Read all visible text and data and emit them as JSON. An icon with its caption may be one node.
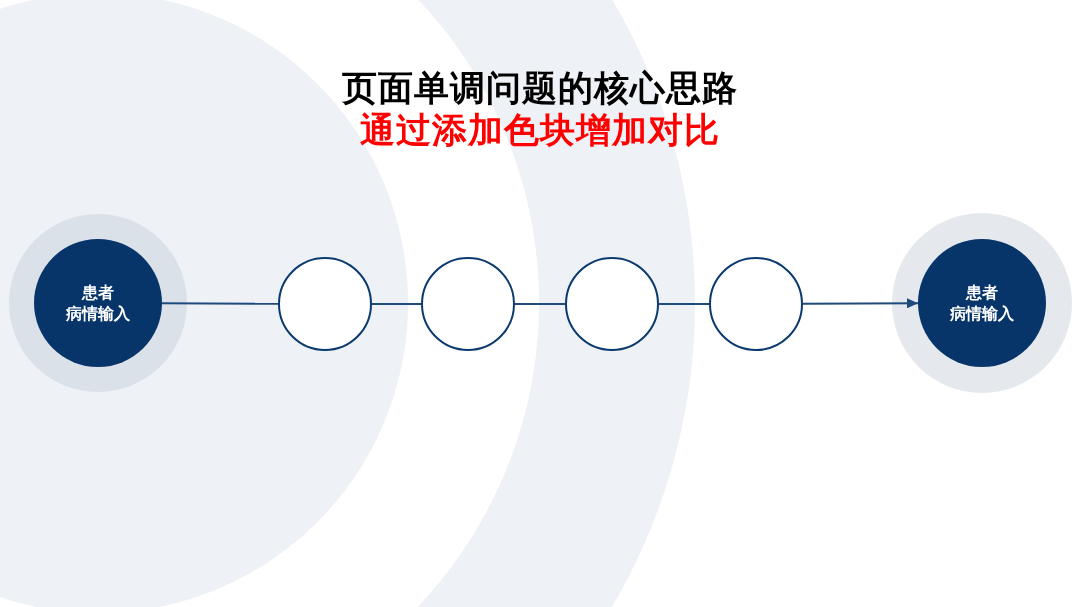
{
  "diagram": {
    "title": "页面单调问题的核心思路",
    "nodes": [
      {
        "text": [
          "患者",
          "病情输入"
        ]
      },
      {
        "text": [],
        "shape": "circle"
      },
      {
        "text": [],
        "shape": "circle"
      },
      {
        "text": [],
        "shape": "circle"
      },
      {
        "text": [],
        "shape": "circle"
      },
      {
        "text": [
          "患者",
          "病情输入"
        ]
      }
    ],
    "edges": [
      {
        "from": 0,
        "to": 1,
        "arrow": "none"
      },
      {
        "from": 1,
        "to": 2,
        "arrow": "none"
      },
      {
        "from": 2,
        "to": 3,
        "arrow": "none"
      },
      {
        "from": 3,
        "to": 4,
        "arrow": "none"
      },
      {
        "from": 4,
        "to": 5,
        "arrow": "to"
      }
    ],
    "labels": [
      "通过添加色块增加对比"
    ]
  }
}
